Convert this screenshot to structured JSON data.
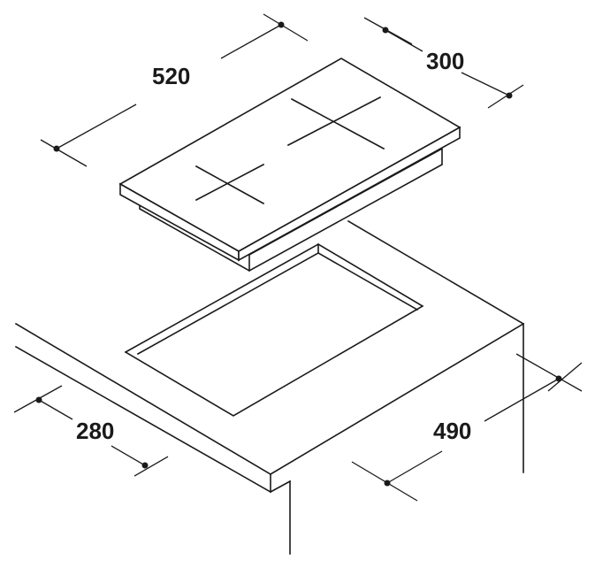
{
  "dimensions": {
    "hob_width": "520",
    "hob_depth": "300",
    "cutout_depth": "280",
    "cutout_width": "490"
  },
  "colors": {
    "line": "#1a1a1a",
    "background": "#ffffff"
  }
}
